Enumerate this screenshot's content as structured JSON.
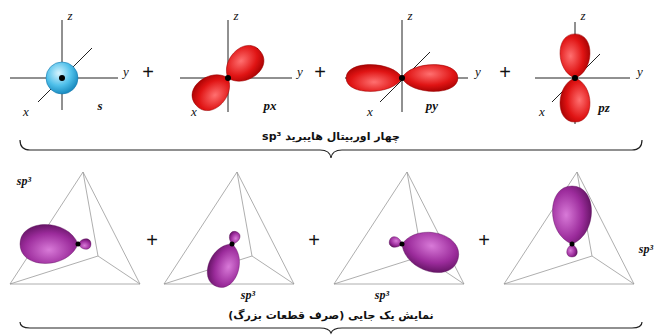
{
  "diagram": {
    "labels": [
      "z",
      "x",
      "y",
      "s",
      "+",
      "z",
      "x",
      "y",
      "px",
      "+",
      "z",
      "x",
      "y",
      "py",
      "+",
      "z",
      "x",
      "y",
      "pz",
      "چهار اوربیتال هایبرید sp³",
      "sp³",
      "+",
      "sp³",
      "+",
      "sp³",
      "+",
      "sp³",
      "نمایش یک جایی (صرف قطعات بزرگ)"
    ]
  }
}
